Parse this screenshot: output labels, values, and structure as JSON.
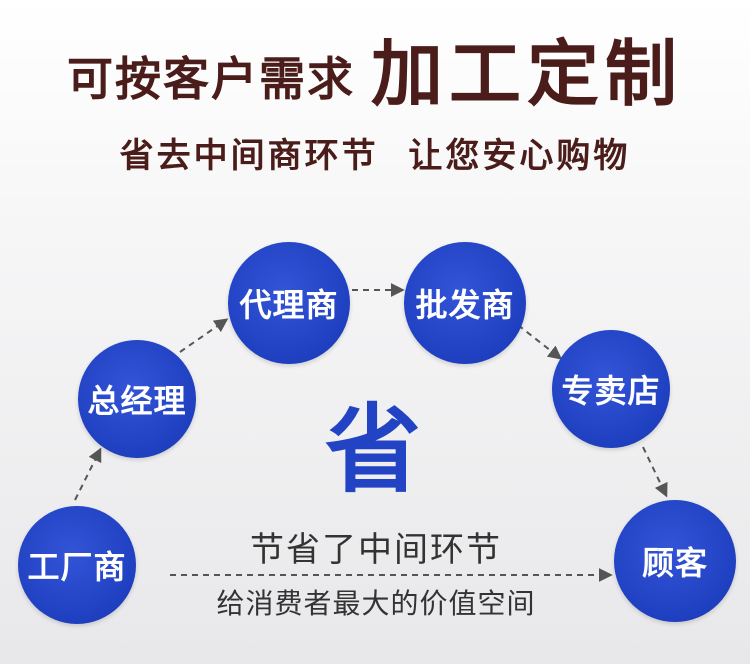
{
  "header": {
    "title_small": "可按客户需求",
    "title_large": "加工定制",
    "subtitle": "省去中间商环节  让您安心购物"
  },
  "flow": {
    "nodes": [
      {
        "id": "factory",
        "label": "工厂商"
      },
      {
        "id": "gm",
        "label": "总经理"
      },
      {
        "id": "agent",
        "label": "代理商"
      },
      {
        "id": "wholesaler",
        "label": "批发商"
      },
      {
        "id": "store",
        "label": "专卖店"
      },
      {
        "id": "customer",
        "label": "顾客"
      }
    ],
    "center_char": "省",
    "saving_line1": "节省了中间环节",
    "saving_line2": "给消费者最大的价值空间"
  },
  "colors": {
    "title": "#4a1c1a",
    "node_fill": "#2143c4",
    "arrow": "#555555"
  }
}
